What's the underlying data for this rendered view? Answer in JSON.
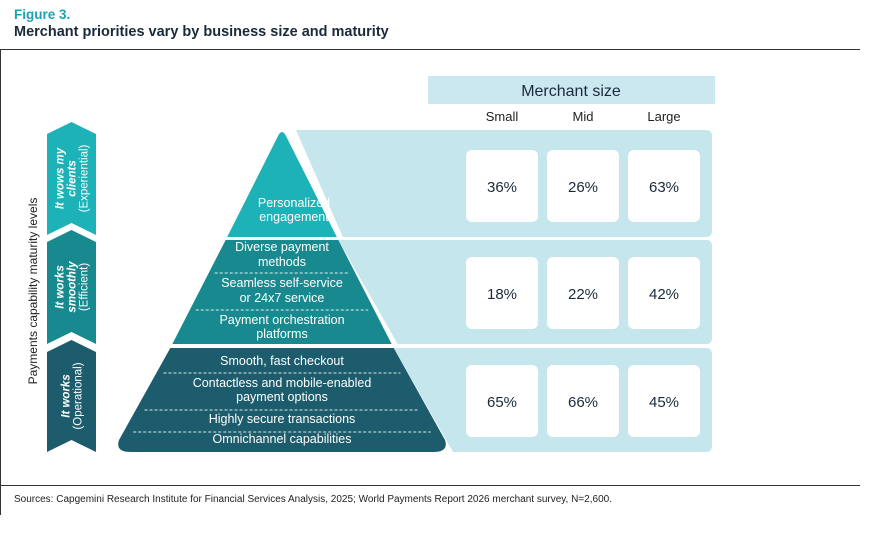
{
  "figure": {
    "label": "Figure 3.",
    "title": "Merchant priorities vary by business size and maturity",
    "source": "Sources: Capgemini Research Institute for Financial Services Analysis, 2025; World Payments Report 2026 merchant survey, N=2,600."
  },
  "colors": {
    "accent": "#1aa3b3",
    "band_fill": "#c6e6ee",
    "tier_top": "#1cb2b8",
    "tier_mid": "#188a8f",
    "tier_bottom": "#1c5c6c",
    "header_fill": "#cbe8f0",
    "text_dark": "#1b2a3a"
  },
  "chart_data": {
    "type": "table",
    "title": "Merchant priorities vary by business size and maturity",
    "y_axis_label": "Payments capability maturity levels",
    "column_group_label": "Merchant size",
    "columns": [
      "Small",
      "Mid",
      "Large"
    ],
    "levels": [
      {
        "arrow_line1": "It wows my",
        "arrow_line2": "clients",
        "arrow_sub": "(Experiential)",
        "capabilities": [
          "Personalized engagement"
        ],
        "values": [
          "36%",
          "26%",
          "63%"
        ]
      },
      {
        "arrow_line1": "It works",
        "arrow_line2": "smoothly",
        "arrow_sub": "(Efficient)",
        "capabilities": [
          "Diverse payment methods",
          "Seamless self-service or 24x7 service",
          "Payment orchestration platforms"
        ],
        "values": [
          "18%",
          "22%",
          "42%"
        ]
      },
      {
        "arrow_line1": "It works",
        "arrow_line2": "",
        "arrow_sub": "(Operational)",
        "capabilities": [
          "Smooth, fast checkout",
          "Contactless and mobile-enabled payment options",
          "Highly secure transactions",
          "Omnichannel capabilities"
        ],
        "values": [
          "65%",
          "66%",
          "45%"
        ]
      }
    ]
  }
}
